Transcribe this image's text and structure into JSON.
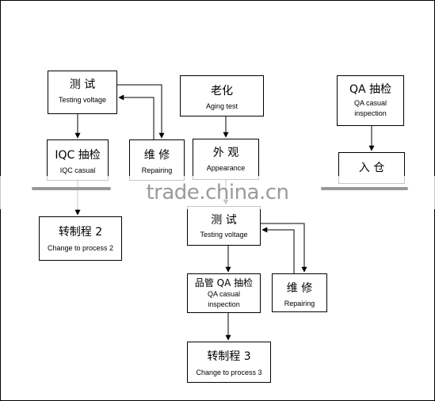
{
  "boxes": {
    "test1": {
      "zh": "测 试",
      "en": "Testing voltage"
    },
    "iqc": {
      "zh": "IQC 抽检",
      "en": "IQC casual"
    },
    "repair1": {
      "zh": "维 修",
      "en": "Repairing"
    },
    "change2": {
      "zh": "转制程 2",
      "en": "Change to process 2"
    },
    "aging": {
      "zh": "老化",
      "en": "Aging test"
    },
    "appear": {
      "zh": "外 观",
      "en": "Appearance"
    },
    "test2": {
      "zh": "测 试",
      "en": "Testing voltage"
    },
    "qa2": {
      "zh": "品管 QA 抽检",
      "en": "QA casual",
      "en2": "inspection"
    },
    "repair2": {
      "zh": "维 修",
      "en": "Repairing"
    },
    "change3": {
      "zh": "转制程 3",
      "en": "Change to process 3"
    },
    "qa1": {
      "zh": "QA 抽检",
      "en": "QA casual",
      "en2": "inspection"
    },
    "store": {
      "zh": "入 仓"
    }
  },
  "watermark": "trade.china.cn"
}
